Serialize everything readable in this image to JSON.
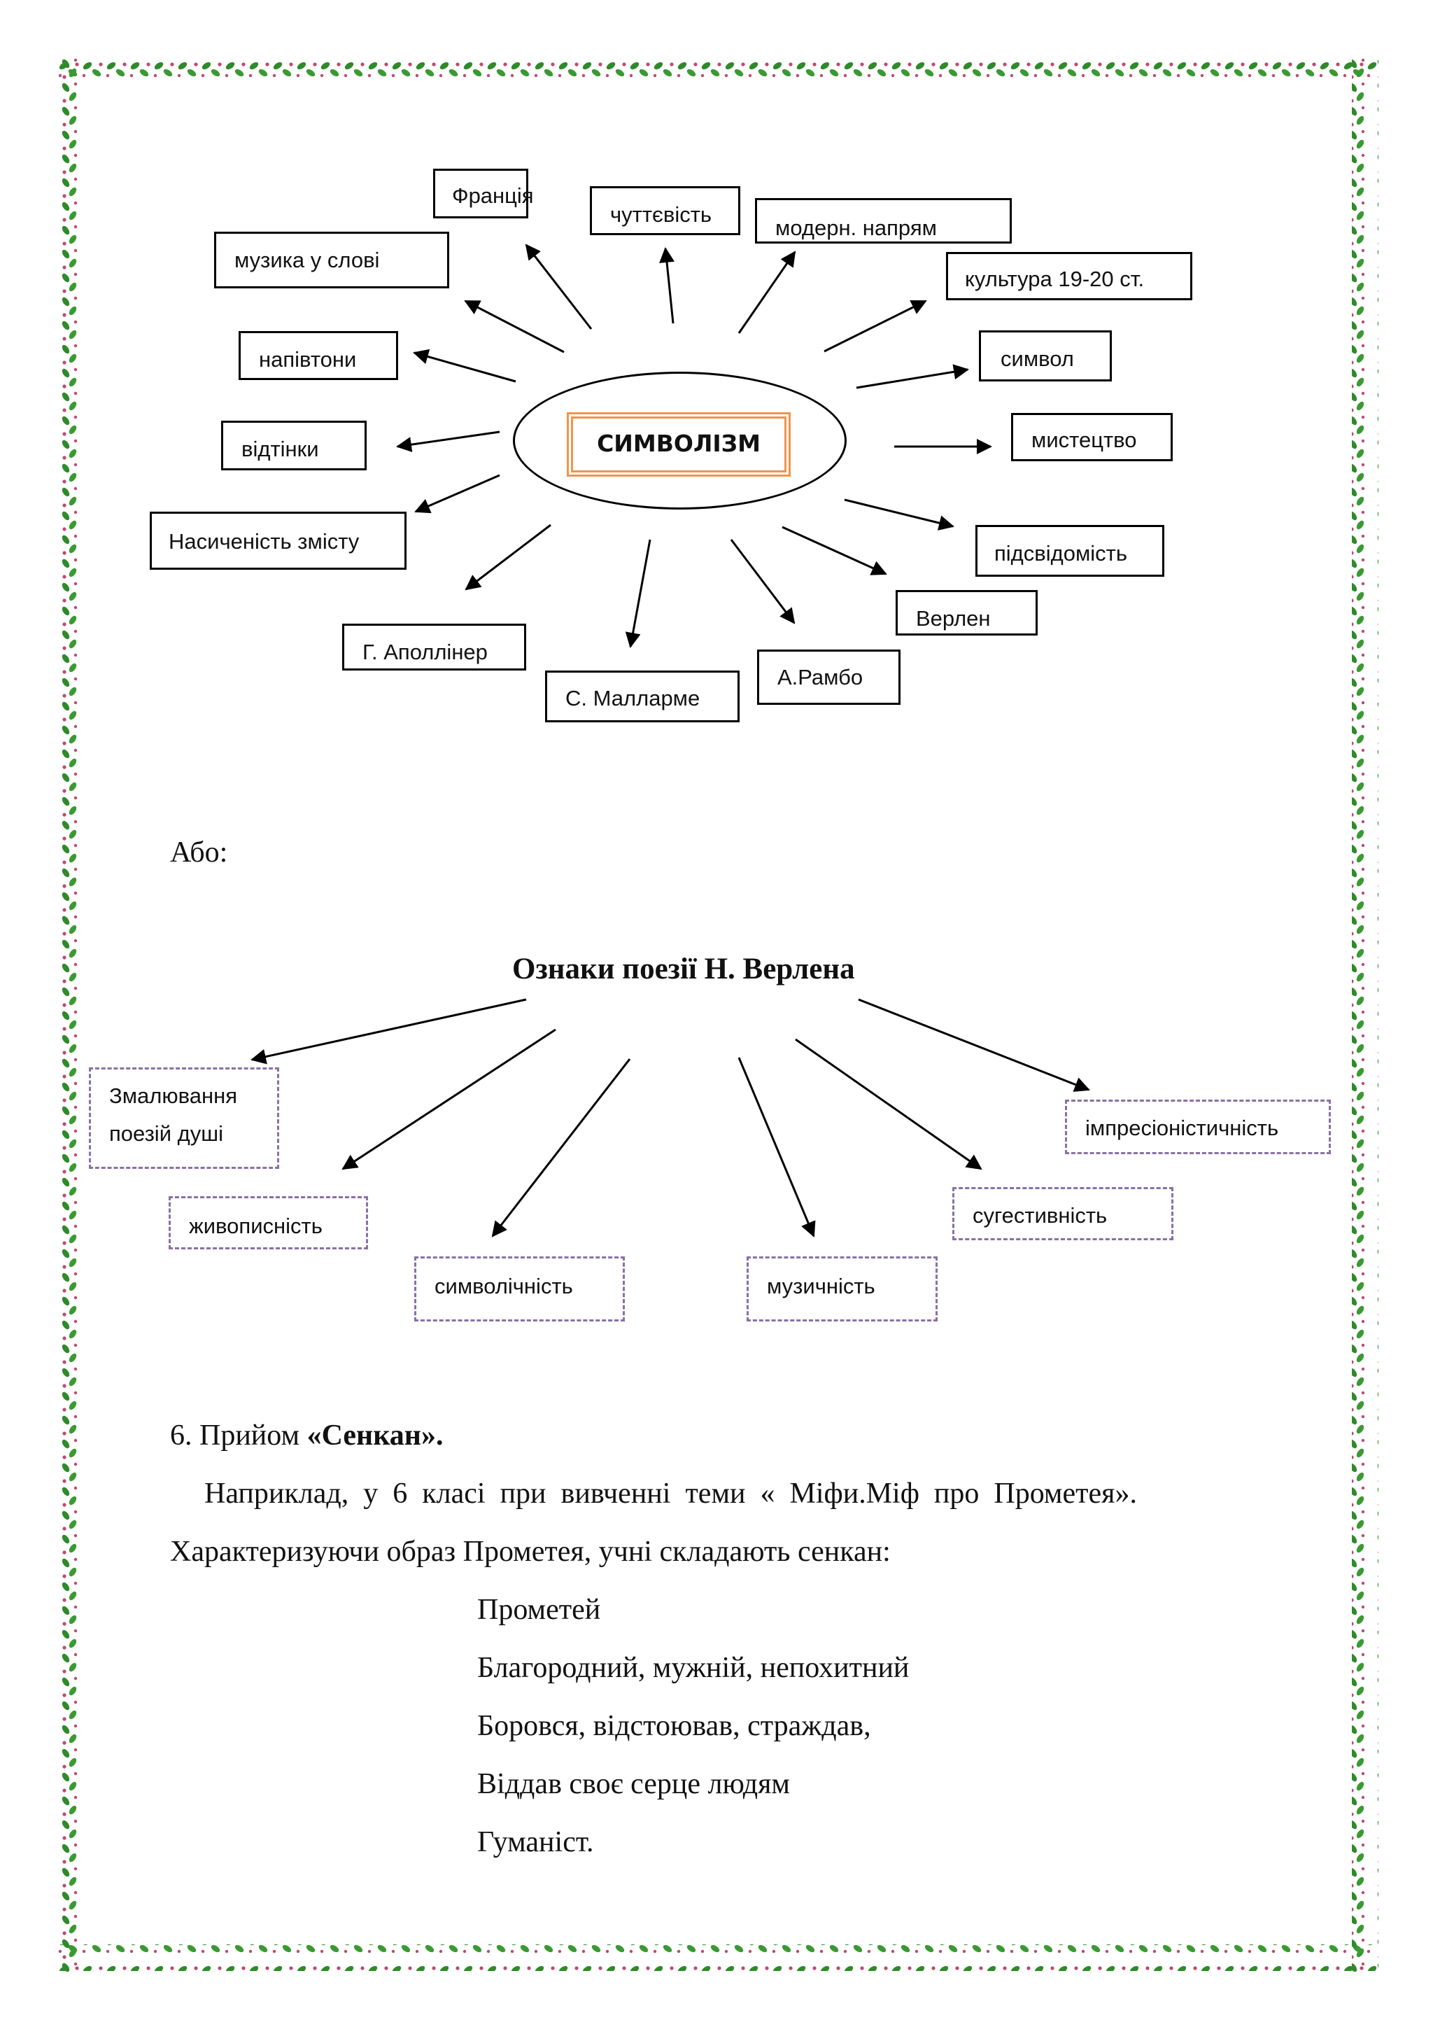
{
  "diagram1": {
    "center": "СИМВОЛІЗМ",
    "nodes": [
      {
        "id": "francia",
        "label": "Франція"
      },
      {
        "id": "chuttevist",
        "label": "чуттєвість"
      },
      {
        "id": "modern",
        "label": "модерн. напрям"
      },
      {
        "id": "muzyka",
        "label": "музика у слові"
      },
      {
        "id": "kultura",
        "label": "культура 19-20 ст."
      },
      {
        "id": "napivtony",
        "label": "напівтони"
      },
      {
        "id": "symvol",
        "label": "символ"
      },
      {
        "id": "vidtinky",
        "label": "відтінки"
      },
      {
        "id": "mystectvo",
        "label": "мистецтво"
      },
      {
        "id": "nasychenist",
        "label": "Насиченість змісту"
      },
      {
        "id": "pidsvidomist",
        "label": "підсвідомість"
      },
      {
        "id": "verlen",
        "label": "Верлен"
      },
      {
        "id": "apolliner",
        "label": "Г. Аполлінер"
      },
      {
        "id": "rambo",
        "label": "А.Рамбо"
      },
      {
        "id": "mallarme",
        "label": "С. Малларме"
      }
    ]
  },
  "abo": "Або:",
  "diagram2": {
    "title": "Ознаки поезії Н. Верлена",
    "nodes": [
      {
        "id": "zmaluvannia",
        "lines": [
          "Змалювання",
          "поезій душі"
        ]
      },
      {
        "id": "zhyvopysnist",
        "lines": [
          "живописність"
        ]
      },
      {
        "id": "symvolichnist",
        "lines": [
          "символічність"
        ]
      },
      {
        "id": "muzychnist",
        "lines": [
          "музичність"
        ]
      },
      {
        "id": "sugestyvnist",
        "lines": [
          "сугестивність"
        ]
      },
      {
        "id": "impresionistychnist",
        "lines": [
          "імпресіоністичність"
        ]
      }
    ]
  },
  "section6": {
    "number": "6. Прийом ",
    "name": "«Сенкан».",
    "para_line1": "Наприклад,  у  6  класі  при  вивченні  теми  «  Міфи.Міф  про  Прометея».",
    "para_line2": "Характеризуючи образ Прометея, учні складають сенкан:",
    "cinquain": [
      "Прометей",
      "Благородний, мужній, непохитний",
      "Боровся, відстоював, страждав,",
      "Віддав своє серце людям",
      "Гуманіст."
    ]
  },
  "colors": {
    "center_frame": "#f0944a",
    "dashed_border": "#8a6fa6",
    "ornament_leaf": "#2f8a2a",
    "ornament_berry": "#c0486e"
  }
}
